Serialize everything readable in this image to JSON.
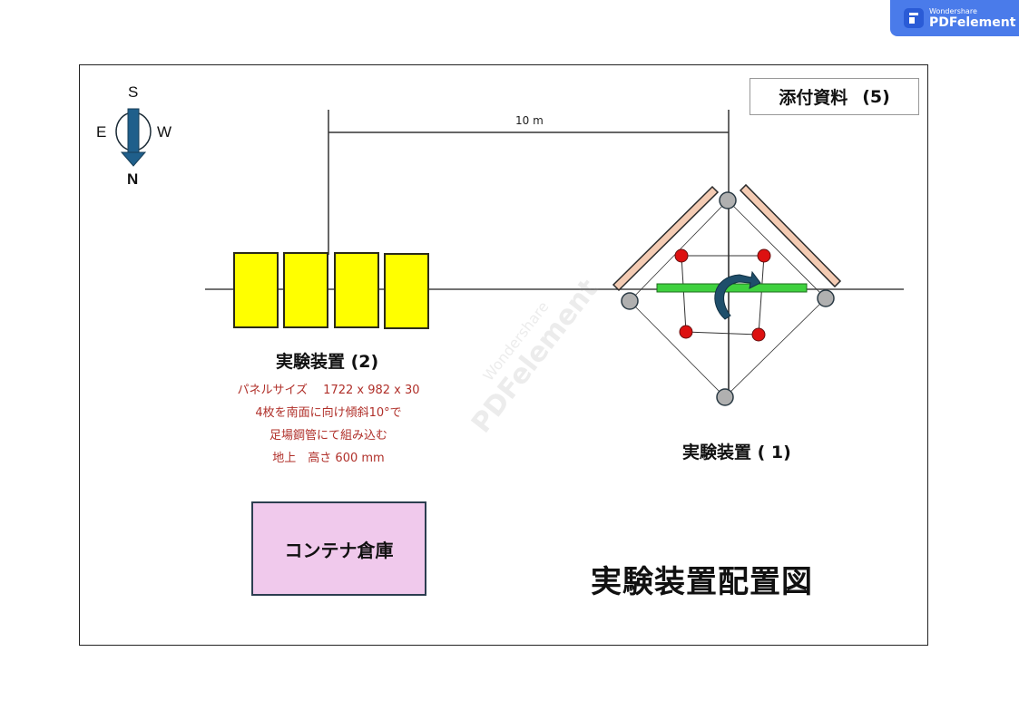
{
  "badge": {
    "brand_small": "Wondershare",
    "brand_big": "PDFelement"
  },
  "compass": {
    "top": "S",
    "left": "E",
    "right": "W",
    "bottom": "N",
    "arrow_color": "#1f5f8b"
  },
  "attachment": {
    "label": "添付資料",
    "number": "(5)"
  },
  "dimension": {
    "label": "10 m"
  },
  "device2": {
    "title": "実験装置 (2)",
    "panel_color": "#ffff00",
    "panel_count": 4,
    "spec_lines": [
      "パネルサイズ　 1722 x 982 x 30",
      "4枚を南面に向け傾斜10°で",
      "足場鋼管にて組み込む",
      "地上　高さ 600 mm"
    ],
    "spec_color": "#b0302a"
  },
  "device1": {
    "title": "実験装置 ( 1)",
    "panel_color": "#f4cbb3",
    "bar_color": "#3fd13f",
    "post_color": "#b0b0b0",
    "inner_post_color": "#dd1111",
    "rotation_arrow_color": "#1f4f6b"
  },
  "container": {
    "label": "コンテナ倉庫",
    "fill": "#f0c9ec"
  },
  "main_title": "実験装置配置図",
  "watermark": {
    "line1": "Wondershare",
    "line2": "PDFelement"
  }
}
